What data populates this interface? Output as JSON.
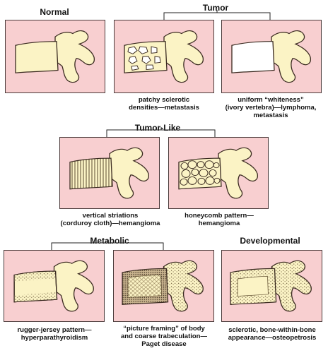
{
  "colors": {
    "panel_bg": "#f8cfd0",
    "bone": "#fbf3c5",
    "outline": "#3a2a20",
    "sclerotic": "#bfa98a"
  },
  "headings": {
    "normal": "Normal",
    "tumor": "Tumor",
    "tumor_like": "Tumor-Like",
    "metabolic": "Metabolic",
    "developmental": "Developmental"
  },
  "captions": {
    "tumor_patchy": [
      "patchy sclerotic",
      "densities—metastasis"
    ],
    "tumor_uniform": [
      "uniform “whiteness”",
      "(ivory vertebra)—lymphoma,",
      "metastasis"
    ],
    "tl_vertical": [
      "vertical striations",
      "(corduroy cloth)—hemangioma"
    ],
    "tl_honeycomb": [
      "honeycomb pattern—",
      "hemangioma"
    ],
    "met_rugger": [
      "rugger-jersey pattern—",
      "hyperparathyroidism"
    ],
    "met_picture": [
      "“picture framing” of body",
      "and coarse trabeculation—",
      "Paget disease"
    ],
    "dev_sclerotic": [
      "sclerotic, bone-within-bone",
      "appearance—osteopetrosis"
    ]
  }
}
